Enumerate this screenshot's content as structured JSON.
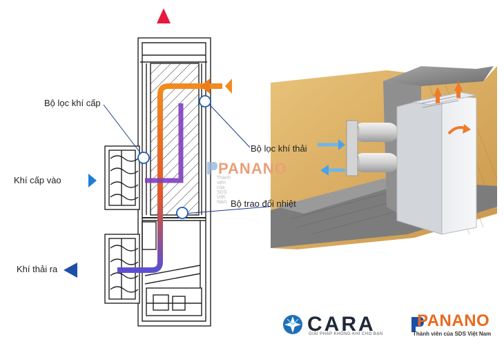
{
  "labels": {
    "supply_filter": "Bộ lọc khí cấp",
    "exhaust_filter": "Bộ lọc khí thải",
    "supply_in": "Khí cấp vào",
    "heat_exchanger": "Bộ trao đổi nhiệt",
    "exhaust_out": "Khí thải ra"
  },
  "watermark": {
    "name": "PANANO",
    "subtitle": "Thành viên của SDS Việt Nam"
  },
  "logos": {
    "cara": {
      "name": "CARA",
      "tagline": "GIẢI PHÁP KHÔNG KHÍ CHO BẠN"
    },
    "panano": {
      "name": "PANANO",
      "subtitle": "Thành viên của SDS Việt Nam"
    }
  },
  "colors": {
    "exhaust_red": "#e8193c",
    "warm_orange": "#f28a1e",
    "supply_blue": "#1c7fd6",
    "exhaust_purple": "#7d3fbf",
    "brand_orange": "#e86a1f"
  }
}
